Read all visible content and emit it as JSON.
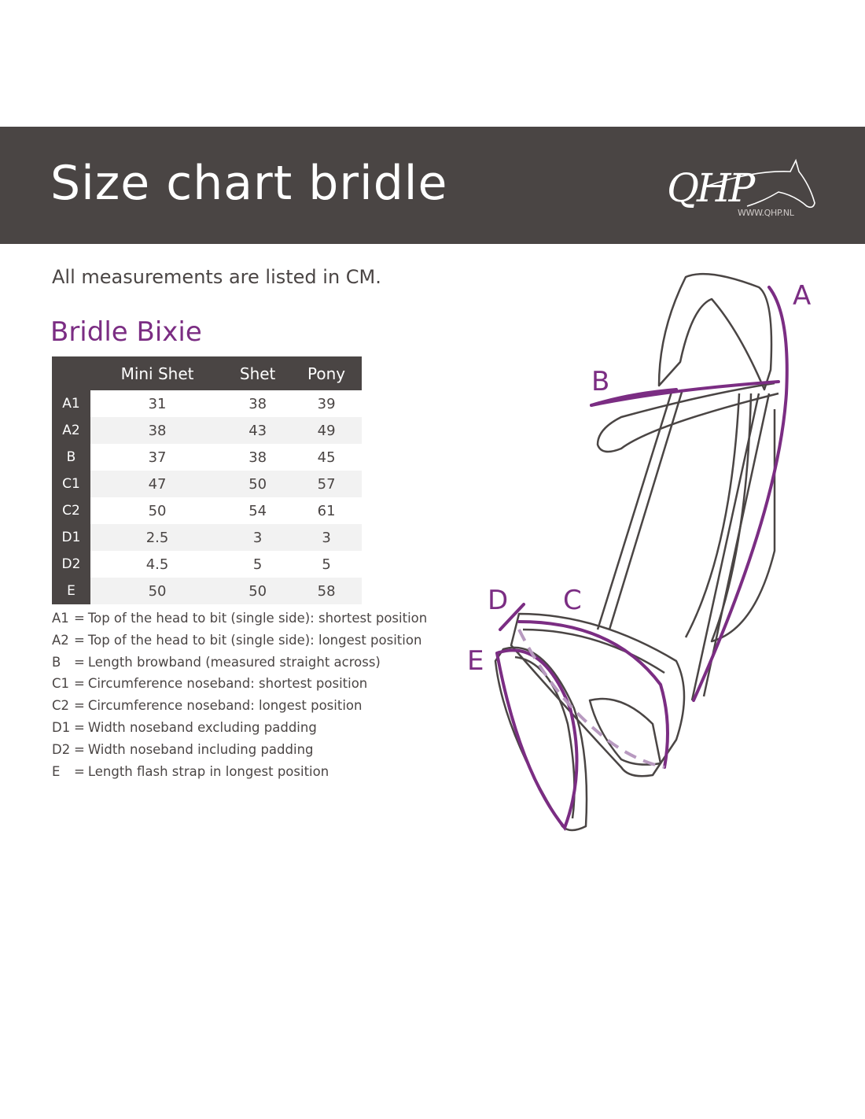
{
  "header": {
    "title": "Size chart bridle",
    "logo_text": "QHP",
    "logo_url": "WWW.QHP.NL"
  },
  "subtitle": "All measurements are listed in CM.",
  "product": "Bridle Bixie",
  "colors": {
    "header_bg": "#4a4544",
    "accent": "#7b2d83",
    "row_alt": "#f2f2f2"
  },
  "table": {
    "columns": [
      "Mini Shet",
      "Shet",
      "Pony"
    ],
    "rows": [
      {
        "label": "A1",
        "values": [
          "31",
          "38",
          "39"
        ]
      },
      {
        "label": "A2",
        "values": [
          "38",
          "43",
          "49"
        ]
      },
      {
        "label": "B",
        "values": [
          "37",
          "38",
          "45"
        ]
      },
      {
        "label": "C1",
        "values": [
          "47",
          "50",
          "57"
        ]
      },
      {
        "label": "C2",
        "values": [
          "50",
          "54",
          "61"
        ]
      },
      {
        "label": "D1",
        "values": [
          "2.5",
          "3",
          "3"
        ]
      },
      {
        "label": "D2",
        "values": [
          "4.5",
          "5",
          "5"
        ]
      },
      {
        "label": "E",
        "values": [
          "50",
          "50",
          "58"
        ]
      }
    ]
  },
  "legend": [
    {
      "key": "A1",
      "text": "Top of the head to bit (single side): shortest position"
    },
    {
      "key": "A2",
      "text": "Top of the head to bit (single side): longest position"
    },
    {
      "key": "B",
      "text": "Length browband (measured straight across)"
    },
    {
      "key": "C1",
      "text": "Circumference noseband: shortest position"
    },
    {
      "key": "C2",
      "text": "Circumference noseband: longest position"
    },
    {
      "key": "D1",
      "text": "Width noseband excluding padding"
    },
    {
      "key": "D2",
      "text": "Width noseband including padding"
    },
    {
      "key": "E",
      "text": "Length flash strap in longest position"
    }
  ],
  "legend_eq": "=",
  "diagram": {
    "labels": [
      "A",
      "B",
      "C",
      "D",
      "E"
    ]
  }
}
